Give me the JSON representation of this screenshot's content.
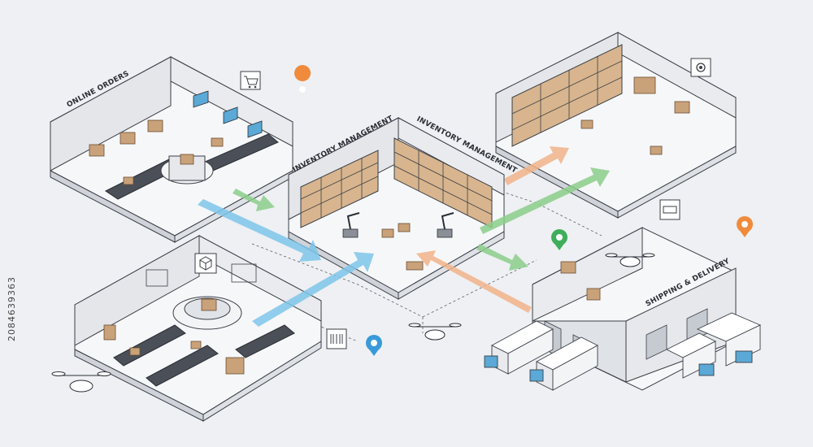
{
  "diagram": {
    "labels": {
      "online_orders": "ONLINE ORDERS",
      "inventory_management_1": "INVENTORY MANAGEMENT",
      "inventory_management_2": "INVENTORY MANAGEMENT",
      "shipping_delivery": "SHIPPING & DELIVERY"
    },
    "stock_id": "2084639363",
    "colors": {
      "background": "#eef0f3",
      "wall": "#e4e6ea",
      "floor": "#f6f7f9",
      "outline": "#3a3f46",
      "shelf_box": "#c9a27a",
      "arrow_blue": "#7fc6ea",
      "arrow_green": "#8ccf8a",
      "arrow_orange": "#f2b48a",
      "pin_orange": "#f08a3c",
      "pin_green": "#3fae5a",
      "pin_blue": "#3a9ad9"
    },
    "icons": [
      "cart-icon",
      "box-stack-icon",
      "gear-icon",
      "truck-icon",
      "drone-icon",
      "robot-arm-icon",
      "location-pin-icon",
      "barcode-icon"
    ]
  }
}
